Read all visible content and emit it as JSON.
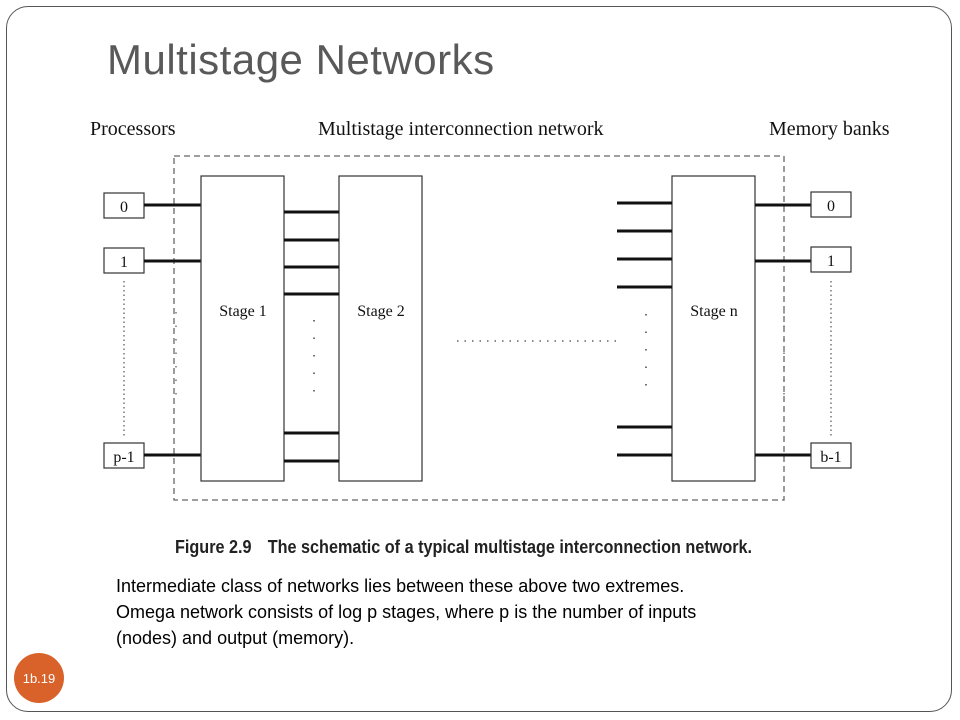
{
  "slide": {
    "title": "Multistage Networks",
    "slide_number": "1b.19"
  },
  "diagram": {
    "labels": {
      "processors": "Processors",
      "network": "Multistage interconnection network",
      "memory": "Memory banks"
    },
    "processors": [
      "0",
      "1",
      "p-1"
    ],
    "memory_banks": [
      "0",
      "1",
      "b-1"
    ],
    "stages": [
      "Stage 1",
      "Stage 2",
      "Stage n"
    ]
  },
  "figure": {
    "number": "Figure 2.9",
    "caption": "The schematic of a typical multistage interconnection network."
  },
  "body": {
    "lines": [
      "Intermediate class of networks lies between these above two extremes.",
      "Omega network consists of log p stages, where p is the number of inputs",
      "(nodes)  and output (memory)."
    ]
  },
  "colors": {
    "title": "#595959",
    "badge": "#d9622b",
    "frame": "#555555"
  }
}
